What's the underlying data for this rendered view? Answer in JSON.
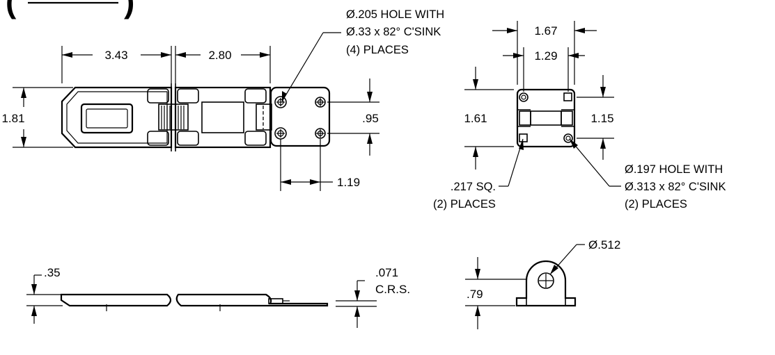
{
  "title": "(",
  "dimensions": {
    "hasp_length": "3.43",
    "staple_length": "2.80",
    "overall_width": "1.81",
    "staple_hole_spacing": ".95",
    "staple_hole_offset": "1.19",
    "end_view_width": "1.67",
    "end_view_inner_width": "1.29",
    "end_view_height": "1.61",
    "end_view_hole_spacing": "1.15",
    "side_view_height": ".35",
    "material_thickness_value": ".071",
    "material_thickness_note": "C.R.S.",
    "eye_diameter": "Ø.512",
    "eye_height": ".79"
  },
  "notes": {
    "hasp_hole_line1": "Ø.205 HOLE WITH",
    "hasp_hole_line2": "Ø.33 x 82° C'SINK",
    "hasp_hole_line3": "(4) PLACES",
    "square_hole_line1": ".217 SQ.",
    "square_hole_line2": "(2) PLACES",
    "staple_hole_line1": "Ø.197 HOLE WITH",
    "staple_hole_line2": "Ø.313 x 82° C'SINK",
    "staple_hole_line3": "(2) PLACES"
  }
}
